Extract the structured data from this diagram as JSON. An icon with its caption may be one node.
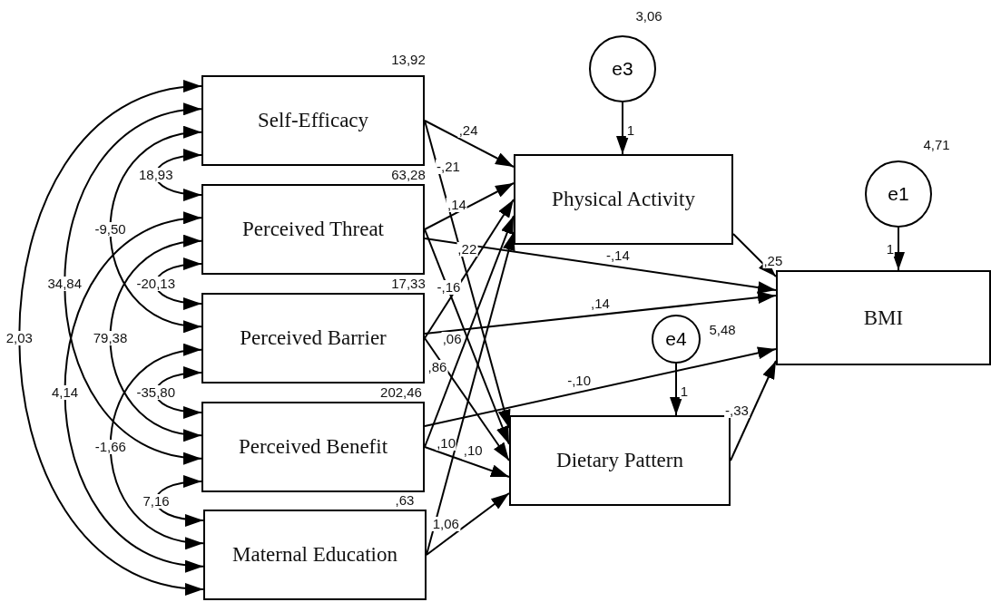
{
  "diagram": {
    "nodes": [
      {
        "text": [
          "Self-Efficacy"
        ],
        "beside": [
          "13,92"
        ]
      },
      {
        "text": [
          "Perceived Threat"
        ],
        "beside": [
          "63,28"
        ]
      },
      {
        "text": [
          "Perceived Barrier"
        ],
        "beside": [
          "17,33"
        ]
      },
      {
        "text": [
          "Perceived Benefit"
        ],
        "beside": [
          "202,46"
        ]
      },
      {
        "text": [
          "Maternal Education"
        ],
        "beside": [
          ",63"
        ]
      },
      {
        "text": [
          "Physical Activity"
        ]
      },
      {
        "text": [
          "Dietary Pattern"
        ]
      },
      {
        "text": [
          "BMI"
        ]
      },
      {
        "text": [
          "e3"
        ],
        "beside": [
          "3,06"
        ]
      },
      {
        "text": [
          "e1"
        ],
        "beside": [
          "4,71"
        ]
      },
      {
        "text": [
          "e4"
        ],
        "beside": [
          "5,48"
        ]
      }
    ],
    "edges": [
      {
        "from": 0,
        "to": 1,
        "arrow": "both",
        "label": "18,93"
      },
      {
        "from": 0,
        "to": 2,
        "arrow": "both",
        "label": "-9,50"
      },
      {
        "from": 0,
        "to": 3,
        "arrow": "both",
        "label": "34,84"
      },
      {
        "from": 0,
        "to": 4,
        "arrow": "both",
        "label": "2,03"
      },
      {
        "from": 1,
        "to": 2,
        "arrow": "both",
        "label": "-20,13"
      },
      {
        "from": 1,
        "to": 3,
        "arrow": "both",
        "label": "79,38"
      },
      {
        "from": 1,
        "to": 4,
        "arrow": "both",
        "label": "4,14"
      },
      {
        "from": 2,
        "to": 3,
        "arrow": "both",
        "label": "-35,80"
      },
      {
        "from": 2,
        "to": 4,
        "arrow": "both",
        "label": "-1,66"
      },
      {
        "from": 3,
        "to": 4,
        "arrow": "both",
        "label": "7,16"
      },
      {
        "from": 0,
        "to": 5,
        "arrow": "to",
        "label": ",24"
      },
      {
        "from": 0,
        "to": 6,
        "arrow": "to",
        "label": "-,21"
      },
      {
        "from": 1,
        "to": 5,
        "arrow": "to",
        "label": ",14"
      },
      {
        "from": 1,
        "to": 6,
        "arrow": "to",
        "label": "-,16"
      },
      {
        "from": 2,
        "to": 5,
        "arrow": "to",
        "label": ",22"
      },
      {
        "from": 2,
        "to": 6,
        "arrow": "to",
        "label": ",86"
      },
      {
        "from": 3,
        "to": 5,
        "arrow": "to",
        "label": ",06"
      },
      {
        "from": 3,
        "to": 6,
        "arrow": "to",
        "label": ",10"
      },
      {
        "from": 4,
        "to": 5,
        "arrow": "to",
        "label": ",10"
      },
      {
        "from": 4,
        "to": 6,
        "arrow": "to",
        "label": "1,06"
      },
      {
        "from": 1,
        "to": 7,
        "arrow": "to",
        "label": "-,14"
      },
      {
        "from": 2,
        "to": 7,
        "arrow": "to",
        "label": ",14"
      },
      {
        "from": 3,
        "to": 7,
        "arrow": "to",
        "label": "-,10"
      },
      {
        "from": 5,
        "to": 7,
        "arrow": "to",
        "label": ",25"
      },
      {
        "from": 6,
        "to": 7,
        "arrow": "to",
        "label": "-,33"
      },
      {
        "from": 8,
        "to": 5,
        "arrow": "to",
        "label": "1"
      },
      {
        "from": 9,
        "to": 7,
        "arrow": "to",
        "label": "1"
      },
      {
        "from": 10,
        "to": 6,
        "arrow": "to",
        "label": "1"
      }
    ]
  }
}
